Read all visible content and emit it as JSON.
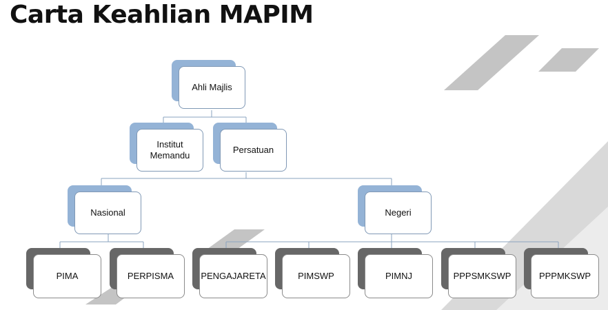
{
  "slide": {
    "title": "Carta Keahlian MAPIM"
  },
  "org_chart": {
    "root": "Ahli Majlis",
    "level2": [
      "Institut Memandu",
      "Persatuan"
    ],
    "level3": [
      "Nasional",
      "Negeri"
    ],
    "nasional_children": [
      "PIMA",
      "PERPISMA"
    ],
    "negeri_children": [
      "PENGAJARETA",
      "PIMSWP",
      "PIMNJ",
      "PPPSMKSWP",
      "PPPMKSWP"
    ]
  },
  "colors": {
    "blue_tab": "#94b3d6",
    "dark_tab": "#676767",
    "connector": "#8aa3bf",
    "deco_gray": "#c6c6c6"
  }
}
